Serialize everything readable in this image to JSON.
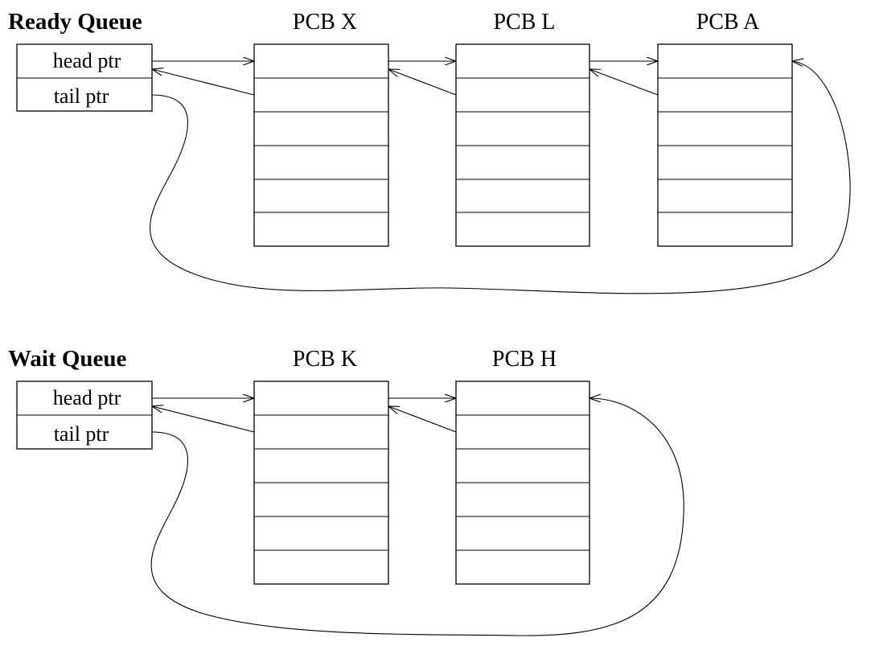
{
  "ready_queue": {
    "title": "Ready Queue",
    "head_label": "head ptr",
    "tail_label": "tail ptr",
    "pcbs": [
      {
        "label": "PCB X"
      },
      {
        "label": "PCB L"
      },
      {
        "label": "PCB A"
      }
    ]
  },
  "wait_queue": {
    "title": "Wait Queue",
    "head_label": "head ptr",
    "tail_label": "tail ptr",
    "pcbs": [
      {
        "label": "PCB K"
      },
      {
        "label": "PCB H"
      }
    ]
  },
  "colors": {
    "line": "#000000",
    "background": "#ffffff"
  }
}
